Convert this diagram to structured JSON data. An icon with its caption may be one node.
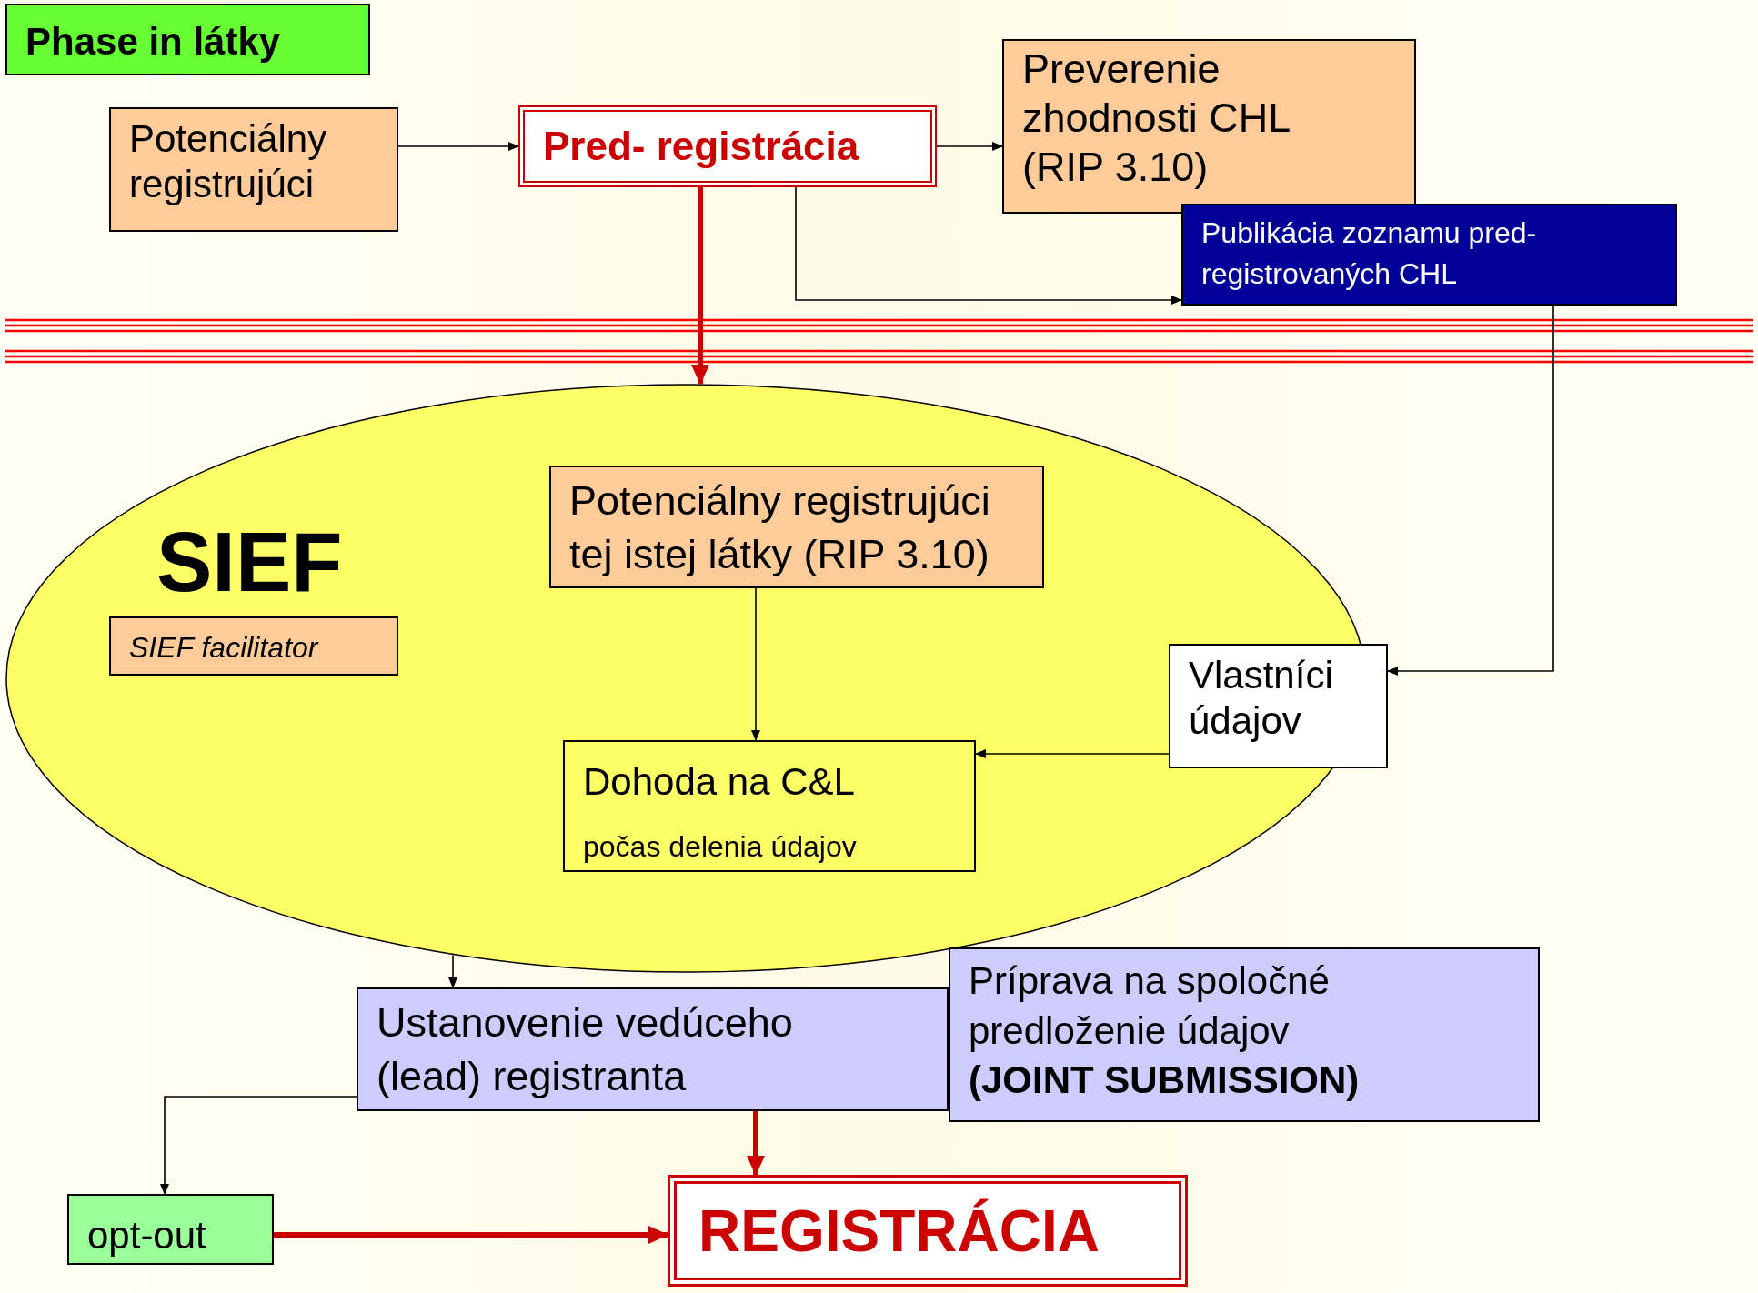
{
  "diagram": {
    "nodes": [
      {
        "text": [
          "Phase in látky"
        ]
      },
      {
        "text": [
          "Potenciálny registrujúci"
        ]
      },
      {
        "text": [
          "Pred- registrácia"
        ]
      },
      {
        "text": [
          "Preverenie zhodnosti CHL (RIP 3.10)"
        ]
      },
      {
        "text": [
          "Publikácia zoznamu pred-registrovaných CHL"
        ]
      },
      {
        "text": [
          "SIEF"
        ]
      },
      {
        "text": [
          "SIEF facilitator"
        ],
        "in": 5
      },
      {
        "text": [
          "Potenciálny registrujúci tej istej látky (RIP 3.10)"
        ],
        "in": 5
      },
      {
        "text": [
          "Dohoda na C&L",
          "počas delenia údajov"
        ],
        "in": 5
      },
      {
        "text": [
          "Vlastníci údajov"
        ]
      },
      {
        "text": [
          "Ustanovenie vedúceho (lead) registranta"
        ]
      },
      {
        "text": [
          "Príprava na spoločné predloženie údajov **(JOINT SUBMISSION)**"
        ]
      },
      {
        "text": [
          "opt-out"
        ]
      },
      {
        "text": [
          "REGISTRÁCIA"
        ]
      }
    ],
    "edges": [
      {
        "from": 1,
        "to": 2,
        "arrow": "to"
      },
      {
        "from": 2,
        "to": 3,
        "arrow": "to"
      },
      {
        "from": 2,
        "to": 4,
        "arrow": "to"
      },
      {
        "from": 2,
        "to": 5,
        "arrow": "to",
        "style": "thick",
        "color": "#cc0000"
      },
      {
        "from": 4,
        "to": 9,
        "arrow": "to"
      },
      {
        "from": 7,
        "to": 8,
        "arrow": "to"
      },
      {
        "from": 9,
        "to": 8,
        "arrow": "to"
      },
      {
        "from": 5,
        "to": 10,
        "arrow": "to"
      },
      {
        "from": 10,
        "to": 12,
        "arrow": "to"
      },
      {
        "from": 10,
        "to": 13,
        "arrow": "to",
        "style": "thick",
        "color": "#cc0000"
      },
      {
        "from": 12,
        "to": 13,
        "arrow": "to",
        "style": "thick",
        "color": "#cc0000"
      }
    ]
  }
}
